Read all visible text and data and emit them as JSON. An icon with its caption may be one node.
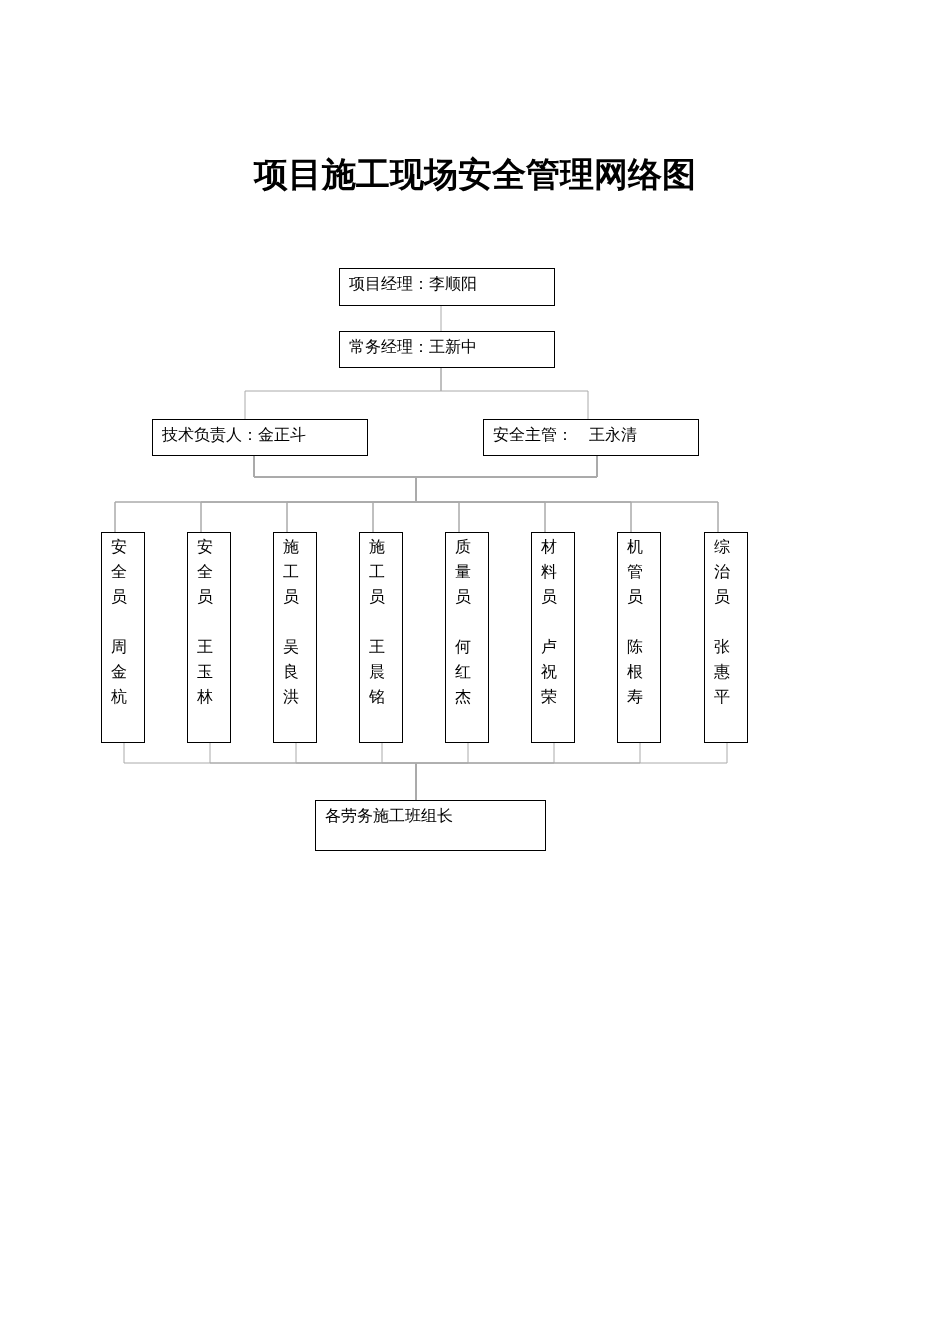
{
  "diagram": {
    "title": "项目施工现场安全管理网络图",
    "nodes": [
      {
        "text": [
          "项目经理：李顺阳"
        ]
      },
      {
        "text": [
          "常务经理：王新中"
        ]
      },
      {
        "text": [
          "技术负责人：金正斗"
        ]
      },
      {
        "text": [
          "安全主管：　王永清"
        ]
      },
      {
        "text": [
          "安全员",
          "周金杭"
        ]
      },
      {
        "text": [
          "安全员",
          "王玉林"
        ]
      },
      {
        "text": [
          "施工员",
          "吴良洪"
        ]
      },
      {
        "text": [
          "施工员",
          "王晨铭"
        ]
      },
      {
        "text": [
          "质量员",
          "何红杰"
        ]
      },
      {
        "text": [
          "材料员",
          "卢祝荣"
        ]
      },
      {
        "text": [
          "机管员",
          "陈根寿"
        ]
      },
      {
        "text": [
          "综治员",
          "张惠平"
        ]
      },
      {
        "text": [
          "各劳务施工班组长"
        ]
      }
    ],
    "edges": [
      {
        "from": 0,
        "to": 1,
        "arrow": "none"
      },
      {
        "from": 1,
        "to": 2,
        "arrow": "none"
      },
      {
        "from": 1,
        "to": 3,
        "arrow": "none"
      },
      {
        "from": 2,
        "to": 4,
        "arrow": "none"
      },
      {
        "from": 2,
        "to": 5,
        "arrow": "none"
      },
      {
        "from": 2,
        "to": 6,
        "arrow": "none"
      },
      {
        "from": 2,
        "to": 7,
        "arrow": "none"
      },
      {
        "from": 2,
        "to": 8,
        "arrow": "none"
      },
      {
        "from": 2,
        "to": 9,
        "arrow": "none"
      },
      {
        "from": 2,
        "to": 10,
        "arrow": "none"
      },
      {
        "from": 2,
        "to": 11,
        "arrow": "none"
      },
      {
        "from": 3,
        "to": 4,
        "arrow": "none"
      },
      {
        "from": 3,
        "to": 5,
        "arrow": "none"
      },
      {
        "from": 3,
        "to": 6,
        "arrow": "none"
      },
      {
        "from": 3,
        "to": 7,
        "arrow": "none"
      },
      {
        "from": 3,
        "to": 8,
        "arrow": "none"
      },
      {
        "from": 3,
        "to": 9,
        "arrow": "none"
      },
      {
        "from": 3,
        "to": 10,
        "arrow": "none"
      },
      {
        "from": 3,
        "to": 11,
        "arrow": "none"
      },
      {
        "from": 4,
        "to": 12,
        "arrow": "none"
      },
      {
        "from": 5,
        "to": 12,
        "arrow": "none"
      },
      {
        "from": 6,
        "to": 12,
        "arrow": "none"
      },
      {
        "from": 7,
        "to": 12,
        "arrow": "none"
      },
      {
        "from": 8,
        "to": 12,
        "arrow": "none"
      },
      {
        "from": 9,
        "to": 12,
        "arrow": "none"
      },
      {
        "from": 10,
        "to": 12,
        "arrow": "none"
      },
      {
        "from": 11,
        "to": 12,
        "arrow": "none"
      }
    ]
  }
}
